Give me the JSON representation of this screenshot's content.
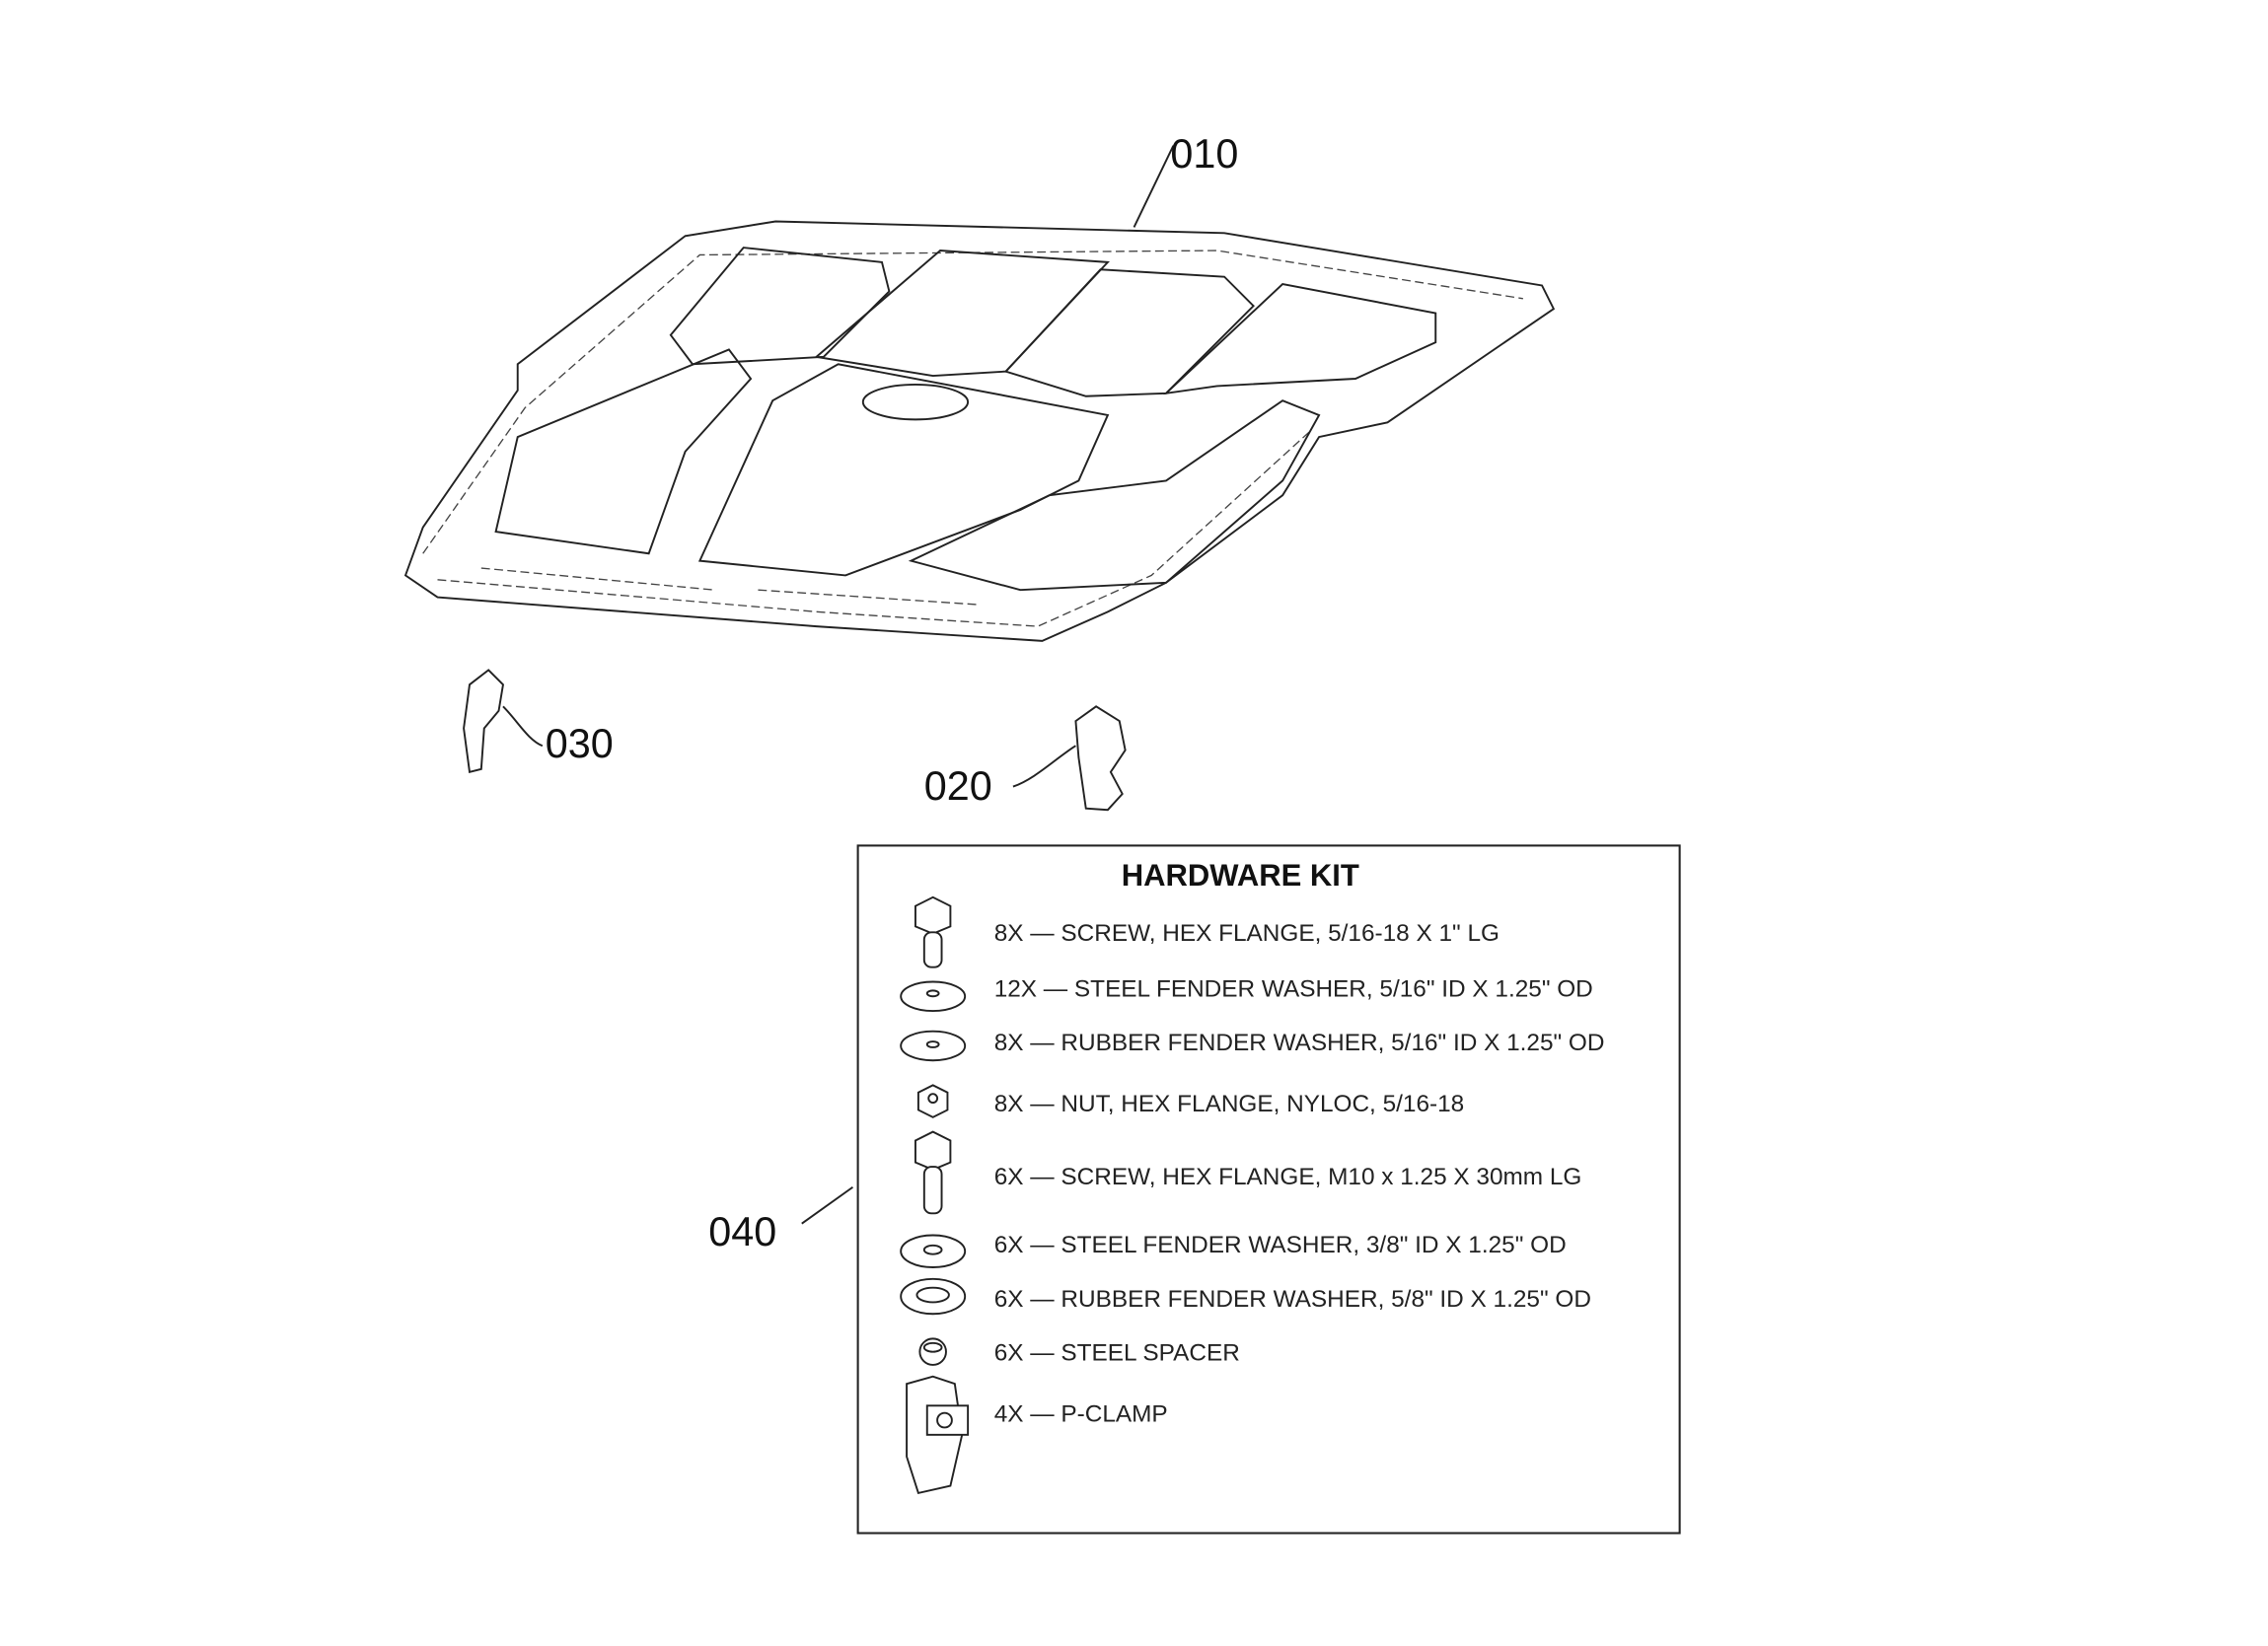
{
  "callouts": {
    "hood": "010",
    "bracket_right": "020",
    "bracket_left": "030",
    "hardware_kit": "040"
  },
  "hardware_kit": {
    "title": "HARDWARE KIT",
    "items": [
      {
        "icon": "hex-flange-screw-icon",
        "text": "8X — SCREW, HEX FLANGE, 5/16-18 X 1\" LG"
      },
      {
        "icon": "washer-icon",
        "text": "12X — STEEL FENDER WASHER, 5/16\" ID X 1.25\" OD"
      },
      {
        "icon": "washer-icon",
        "text": "8X — RUBBER FENDER WASHER, 5/16\" ID X 1.25\" OD"
      },
      {
        "icon": "nut-icon",
        "text": "8X — NUT, HEX FLANGE, NYLOC, 5/16-18"
      },
      {
        "icon": "hex-flange-screw-icon",
        "text": "6X — SCREW, HEX FLANGE, M10 x 1.25 X 30mm LG"
      },
      {
        "icon": "washer-icon",
        "text": "6X — STEEL FENDER WASHER, 3/8\" ID X 1.25\" OD"
      },
      {
        "icon": "washer-icon",
        "text": "6X — RUBBER FENDER WASHER, 5/8\" ID X 1.25\" OD"
      },
      {
        "icon": "spacer-icon",
        "text": "6X — STEEL SPACER"
      },
      {
        "icon": "p-clamp-icon",
        "text": "4X — P-CLAMP"
      }
    ]
  }
}
